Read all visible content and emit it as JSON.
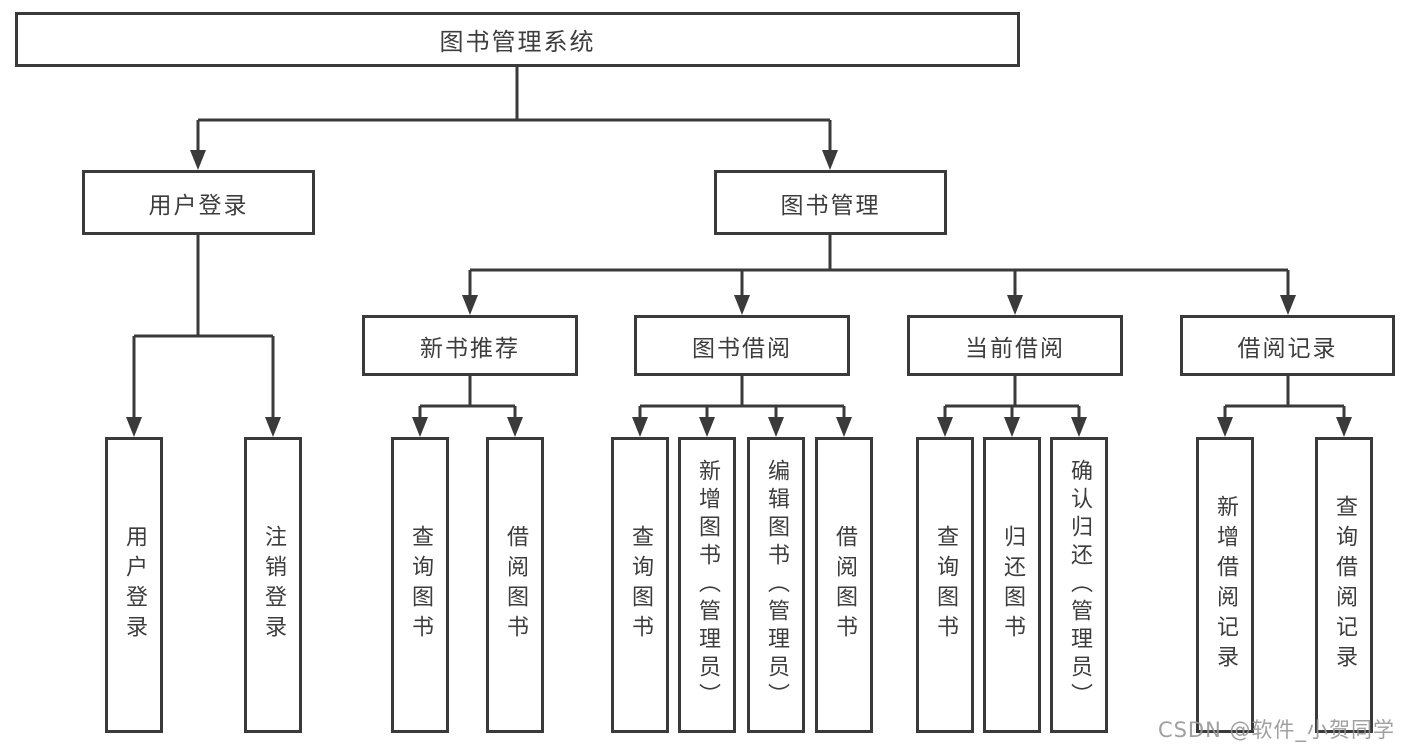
{
  "diagram": {
    "colors": {
      "line": "#3a3a3a",
      "text": "#3d3d3d",
      "watermark": "#969696",
      "background": "#ffffff"
    },
    "tree": {
      "root": "图书管理系统",
      "branches": [
        {
          "label": "用户登录",
          "children": [
            "用户登录",
            "注销登录"
          ]
        },
        {
          "label": "图书管理",
          "sections": [
            {
              "label": "新书推荐",
              "children": [
                "查询图书",
                "借阅图书"
              ]
            },
            {
              "label": "图书借阅",
              "children": [
                "查询图书",
                "新增图书（管理员）",
                "编辑图书（管理员）",
                "借阅图书"
              ]
            },
            {
              "label": "当前借阅",
              "children": [
                "查询图书",
                "归还图书",
                "确认归还（管理员）"
              ]
            },
            {
              "label": "借阅记录",
              "children": [
                "新增借阅记录",
                "查询借阅记录"
              ]
            }
          ]
        }
      ]
    },
    "watermark": "CSDN @软件_小贺同学"
  }
}
